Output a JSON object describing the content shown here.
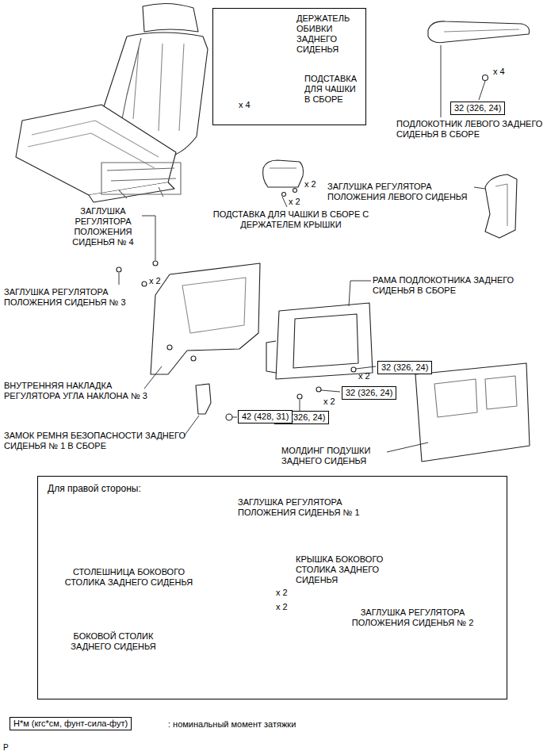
{
  "diagram": {
    "nodes": [
      {
        "text": [
          "ДЕРЖАТЕЛЬ ОБИВКИ ЗАДНЕГО СИДЕНЬЯ",
          "ПОДСТАВКА ДЛЯ ЧАШКИ В СБОРЕ",
          "x 4"
        ]
      },
      {
        "text": [
          "32 (326, 24)"
        ]
      },
      {
        "text": [
          "32 (326, 24)"
        ]
      },
      {
        "text": [
          "32 (326, 24)"
        ]
      },
      {
        "text": [
          "32 (326, 24)"
        ]
      },
      {
        "text": [
          "42 (428, 31)"
        ]
      },
      {
        "text": [
          "Для правой стороны:",
          "ЗАГЛУШКА РЕГУЛЯТОРА ПОЛОЖЕНИЯ СИДЕНЬЯ № 1",
          "СТОЛЕШНИЦА БОКОВОГО СТОЛИКА ЗАДНЕГО СИДЕНЬЯ",
          "КРЫШКА БОКОВОГО СТОЛИКА ЗАДНЕГО СИДЕНЬЯ",
          "x 2",
          "x 2",
          "ЗАГЛУШКА РЕГУЛЯТОРА ПОЛОЖЕНИЯ СИДЕНЬЯ № 2",
          "БОКОВОЙ СТОЛИК ЗАДНЕГО СИДЕНЬЯ"
        ]
      },
      {
        "text": [
          "Н*м (кгс*см, фунт-сила-фут)"
        ]
      }
    ],
    "labels": [
      "x 4",
      "ПОДЛОКОТНИК ЛЕВОГО ЗАДНЕГО СИДЕНЬЯ В СБОРЕ",
      "x 2",
      "x 2",
      "ЗАГЛУШКА РЕГУЛЯТОРА ПОЛОЖЕНИЯ ЛЕВОГО СИДЕНЬЯ",
      "ПОДСТАВКА ДЛЯ ЧАШКИ В СБОРЕ С ДЕРЖАТЕЛЕМ КРЫШКИ",
      "ЗАГЛУШКА РЕГУЛЯТОРА ПОЛОЖЕНИЯ СИДЕНЬЯ № 4",
      "ЗАГЛУШКА РЕГУЛЯТОРА ПОЛОЖЕНИЯ СИДЕНЬЯ № 3",
      "x 2",
      "РАМА ПОДЛОКОТНИКА ЗАДНЕГО СИДЕНЬЯ В СБОРЕ",
      "x 2",
      "x 2",
      "ВНУТРЕННЯЯ НАКЛАДКА РЕГУЛЯТОРА УГЛА НАКЛОНА № 3",
      "ЗАМОК РЕМНЯ БЕЗОПАСНОСТИ ЗАДНЕГО СИДЕНЬЯ № 1 В СБОРЕ",
      "МОЛДИНГ ПОДУШКИ ЗАДНЕГО СИДЕНЬЯ",
      ": номинальный момент затяжки",
      "P"
    ]
  }
}
